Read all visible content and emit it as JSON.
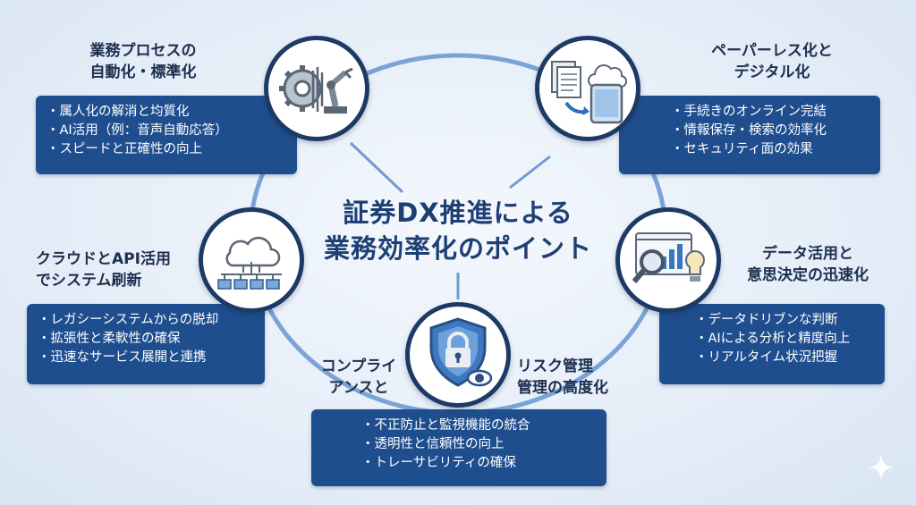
{
  "title": {
    "line1": "証券DX推進による",
    "line2": "業務効率化のポイント"
  },
  "topics": [
    {
      "heading": [
        "業務プロセスの",
        "自動化・標準化"
      ],
      "bullets": [
        "属人化の解消と均質化",
        "AI活用（例：音声自動応答）",
        "スピードと正確性の向上"
      ],
      "icon": "gear-robot-arm-icon"
    },
    {
      "heading": [
        "ペーパーレス化と",
        "デジタル化"
      ],
      "bullets": [
        "手続きのオンライン完結",
        "情報保存・検索の効率化",
        "セキュリティ面の効果"
      ],
      "icon": "documents-to-tablet-icon"
    },
    {
      "heading": [
        "クラウドとAPI活用",
        "でシステム刷新"
      ],
      "bullets": [
        "レガシーシステムからの脱却",
        "拡張性と柔軟性の確保",
        "迅速なサービス展開と連携"
      ],
      "icon": "cloud-network-icon"
    },
    {
      "heading": [
        "データ活用と",
        "意思決定の迅速化"
      ],
      "bullets": [
        "データドリブンな判断",
        "AIによる分析と精度向上",
        "リアルタイム状況把握"
      ],
      "icon": "analytics-magnifier-lightbulb-icon"
    },
    {
      "heading": [
        "コンプライ",
        "アンスと",
        "リスク管理",
        "管理の高度化"
      ],
      "bullets": [
        "不正防止と監視機能の統合",
        "透明性と信頼性の向上",
        "トレーサビリティの確保"
      ],
      "icon": "shield-lock-eye-icon"
    }
  ],
  "colors": {
    "primary": "#1f4e8f",
    "circle_border": "#1d3a66",
    "ring": "#6f9bd1",
    "heading": "#1d2f4f"
  }
}
